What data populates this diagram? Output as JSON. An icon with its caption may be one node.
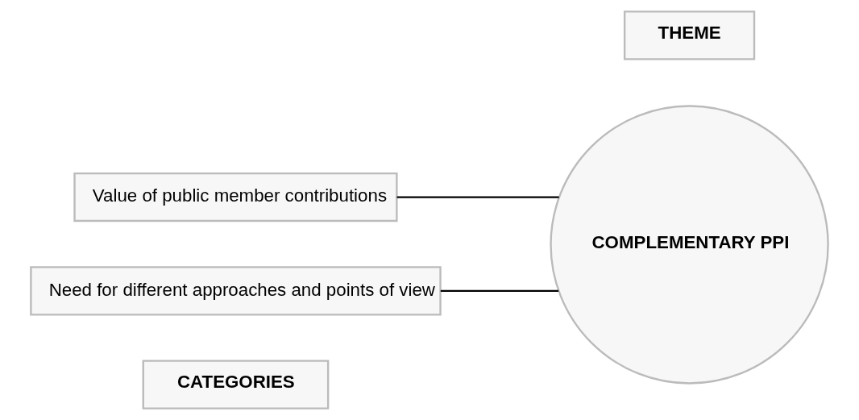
{
  "diagram": {
    "nodes": [
      {
        "text": [
          "CATEGORIES"
        ]
      },
      {
        "text": [
          "THEME"
        ]
      },
      {
        "text": [
          "Value of public member contributions"
        ]
      },
      {
        "text": [
          "Need for different approaches and points of view"
        ]
      },
      {
        "text": [
          "COMPLEMENTARY PPI"
        ]
      }
    ],
    "edges": [
      {
        "from": 2,
        "to": 4,
        "arrow": "none"
      },
      {
        "from": 3,
        "to": 4,
        "arrow": "none"
      }
    ]
  }
}
